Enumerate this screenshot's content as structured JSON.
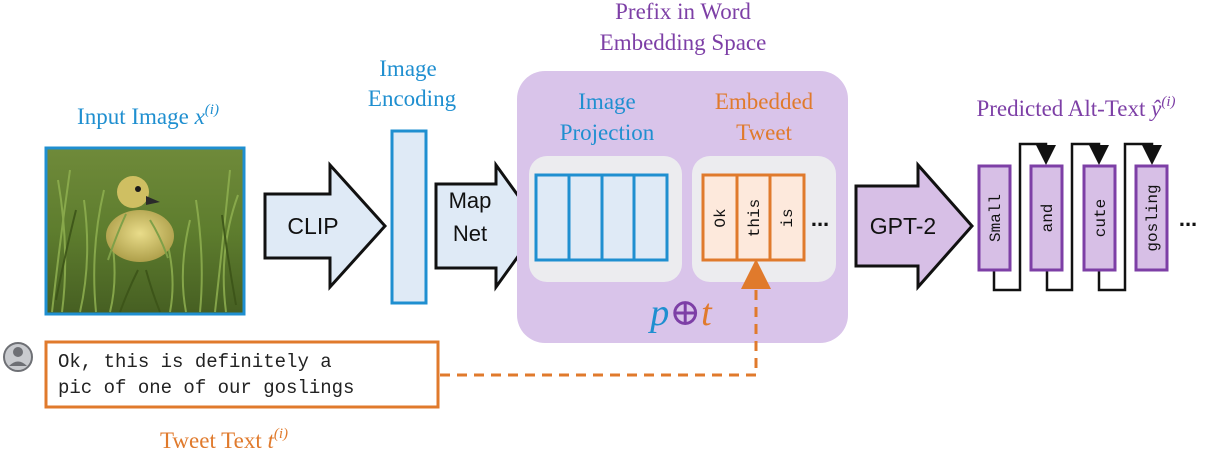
{
  "colors": {
    "blue": "#1f8fd0",
    "blue_fill": "#dfeaf6",
    "orange": "#e07a2c",
    "orange_fill": "#fde9dc",
    "purple": "#7d3fa6",
    "purple_fill": "#d7bfe6",
    "purple_panel": "#d9c4ea",
    "inner_panel": "#ececef",
    "ink": "#111111"
  },
  "input_image": {
    "label_text": "Input Image ",
    "label_var": "x",
    "label_sup": "(i)",
    "image_icon": "photo-of-gosling-in-grass"
  },
  "clip": {
    "label": "CLIP"
  },
  "image_encoding": {
    "label_line1": "Image",
    "label_line2": "Encoding"
  },
  "mapnet": {
    "label_line1": "Map",
    "label_line2": "Net"
  },
  "prefix": {
    "title_line1": "Prefix in Word",
    "title_line2": "Embedding Space",
    "image_projection": {
      "line1": "Image",
      "line2": "Projection"
    },
    "embedded_tweet": {
      "line1": "Embedded",
      "line2": "Tweet",
      "tokens": [
        "Ok",
        "this",
        "is"
      ],
      "ellipsis": "..."
    },
    "formula": {
      "p": "p",
      "oplus": "⊕",
      "t": "t"
    }
  },
  "gpt2": {
    "label": "GPT-2"
  },
  "predicted": {
    "label_text": "Predicted Alt-Text ",
    "label_var": "ŷ",
    "label_sup": "(i)",
    "tokens": [
      "Small",
      "and",
      "cute",
      "gosling"
    ],
    "ellipsis": "..."
  },
  "tweet": {
    "avatar_icon": "user-avatar-icon",
    "line1": "Ok, this is definitely a",
    "line2": "pic of one of our goslings",
    "label_text": "Tweet Text ",
    "label_var": "t",
    "label_sup": "(i)"
  }
}
